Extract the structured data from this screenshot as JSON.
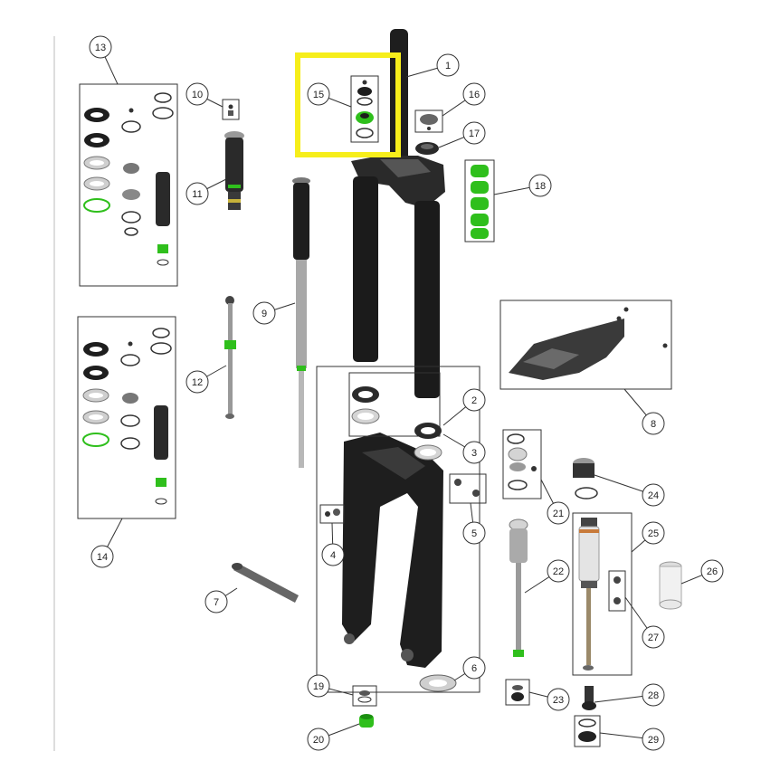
{
  "diagram": {
    "colors": {
      "line": "#333333",
      "part_dark": "#1e1e1e",
      "part_mid": "#3a3a3a",
      "part_silver": "#9a9a9a",
      "part_light": "#d4d4d4",
      "accent_green": "#2fbf1c",
      "highlight_yellow": "#f6ee1b",
      "accent_orange": "#c87a3a"
    },
    "callouts": [
      {
        "id": "1",
        "label": "1"
      },
      {
        "id": "2",
        "label": "2"
      },
      {
        "id": "3",
        "label": "3"
      },
      {
        "id": "4",
        "label": "4"
      },
      {
        "id": "5",
        "label": "5"
      },
      {
        "id": "6",
        "label": "6"
      },
      {
        "id": "7",
        "label": "7"
      },
      {
        "id": "8",
        "label": "8"
      },
      {
        "id": "9",
        "label": "9"
      },
      {
        "id": "10",
        "label": "10"
      },
      {
        "id": "11",
        "label": "11"
      },
      {
        "id": "12",
        "label": "12"
      },
      {
        "id": "13",
        "label": "13"
      },
      {
        "id": "14",
        "label": "14"
      },
      {
        "id": "15",
        "label": "15"
      },
      {
        "id": "16",
        "label": "16"
      },
      {
        "id": "17",
        "label": "17"
      },
      {
        "id": "18",
        "label": "18"
      },
      {
        "id": "19",
        "label": "19"
      },
      {
        "id": "20",
        "label": "20"
      },
      {
        "id": "21",
        "label": "21"
      },
      {
        "id": "22",
        "label": "22"
      },
      {
        "id": "23",
        "label": "23"
      },
      {
        "id": "24",
        "label": "24"
      },
      {
        "id": "25",
        "label": "25"
      },
      {
        "id": "26",
        "label": "26"
      },
      {
        "id": "27",
        "label": "27"
      },
      {
        "id": "28",
        "label": "28"
      },
      {
        "id": "29",
        "label": "29"
      }
    ]
  }
}
